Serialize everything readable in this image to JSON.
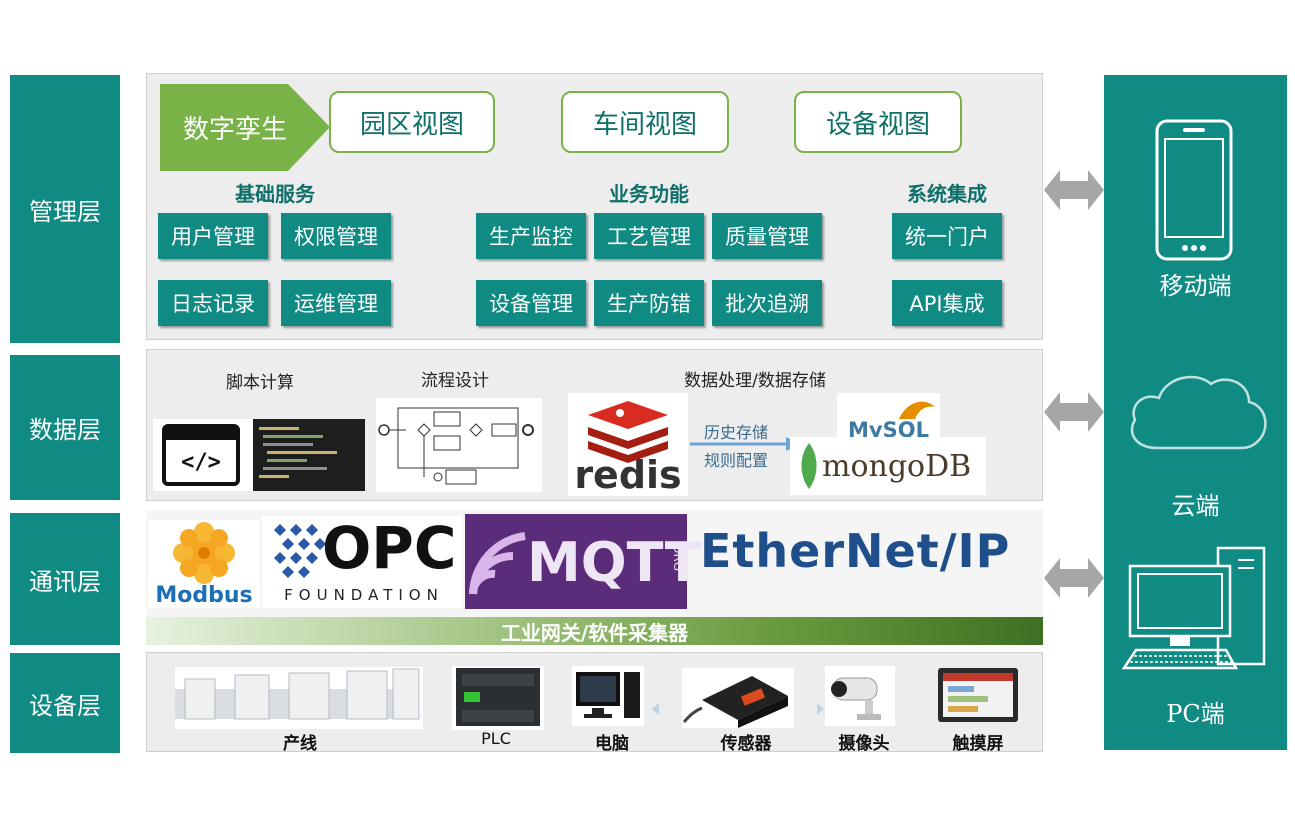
{
  "layers": {
    "management": "管理层",
    "data": "数据层",
    "comm": "通讯层",
    "device": "设备层"
  },
  "management": {
    "twin_label": "数字孪生",
    "views": [
      "园区视图",
      "车间视图",
      "设备视图"
    ],
    "groups": {
      "basic": {
        "title": "基础服务",
        "items": [
          "用户管理",
          "权限管理",
          "日志记录",
          "运维管理"
        ]
      },
      "business": {
        "title": "业务功能",
        "items": [
          "生产监控",
          "工艺管理",
          "质量管理",
          "设备管理",
          "生产防错",
          "批次追溯"
        ]
      },
      "integration": {
        "title": "系统集成",
        "items": [
          "统一门户",
          "API集成"
        ]
      }
    }
  },
  "data_layer": {
    "script_title": "脚本计算",
    "flow_title": "流程设计",
    "storage_title": "数据处理/数据存储",
    "arrow_text_1": "历史存储",
    "arrow_text_2": "规则配置",
    "redis": "redis",
    "mysql": "MySQL",
    "mongo": "mongoDB",
    "code_icon": "</>"
  },
  "comm_layer": {
    "modbus": "Modbus",
    "opc": "OPC",
    "opc_sub": "FOUNDATION",
    "mqtt": "MQTT",
    "mqtt_org": "ORG",
    "ethernet_ip": "EtherNet/IP",
    "gateway": "工业网关/软件采集器"
  },
  "device_layer": {
    "items": [
      "产线",
      "PLC",
      "电脑",
      "传感器",
      "摄像头",
      "触摸屏"
    ]
  },
  "clients": [
    "移动端",
    "云端",
    "PC端"
  ],
  "colors": {
    "teal": "#0f8b84",
    "green": "#79b347",
    "panel_bg": "#ededed",
    "arrow": "#a6a6a6"
  }
}
